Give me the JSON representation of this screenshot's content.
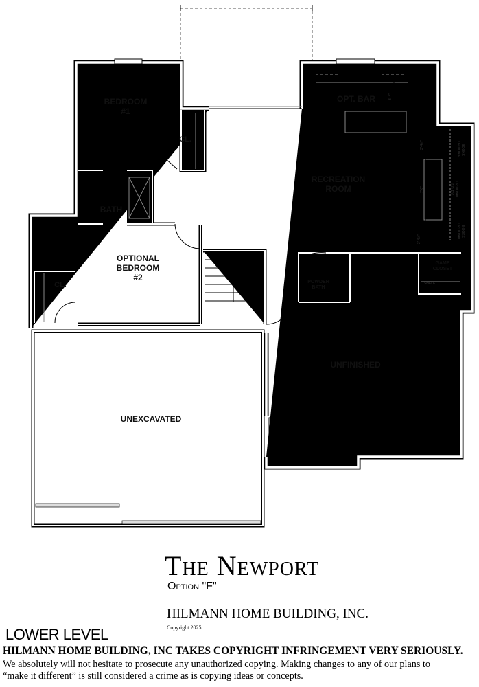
{
  "plan": {
    "title": "The Newport",
    "option": "Option \"F\"",
    "company": "HILMANN HOME BUILDING, INC.",
    "copyright": "Copyright 2025",
    "level": "LOWER LEVEL"
  },
  "rooms": {
    "bedroom1": [
      "BEDROOM",
      "#1"
    ],
    "closet1": "CL.",
    "bath": "BATH",
    "opt_bedroom2": [
      "OPTIONAL",
      "BEDROOM",
      "#2"
    ],
    "closet2": "CL.",
    "opt_bar": "OPT. BAR",
    "recreation": [
      "RECREATION",
      "ROOM"
    ],
    "powder_bath": [
      "POWDER",
      "BATH"
    ],
    "game_closet": [
      "GAME",
      "CLOSET"
    ],
    "shelf": "SHELF",
    "unfinished": "UNFINISHED",
    "unexcavated": "UNEXCAVATED",
    "optional_books_1": [
      "OPTIONAL",
      "BOOKS"
    ],
    "optional_books_2": [
      "OPTIONAL",
      "BOOKS"
    ],
    "optional_fp": [
      "OPTIONAL",
      "F.P. DV."
    ]
  },
  "dimensions": {
    "bar_clearance": "3'-4\"",
    "books_upper": "3'-4½\"",
    "fireplace": "7'-0\"",
    "books_lower": "3'-4½\""
  },
  "notice": {
    "headline": "HILMANN HOME BUILDING, INC TAKES COPYRIGHT INFRINGEMENT VERY SERIOUSLY.",
    "line1": "We absolutely will not hesitate to prosecute any unauthorized copying.  Making changes to any of our plans to",
    "line2": "“make it different” is still considered a crime as is copying ideas or concepts."
  }
}
